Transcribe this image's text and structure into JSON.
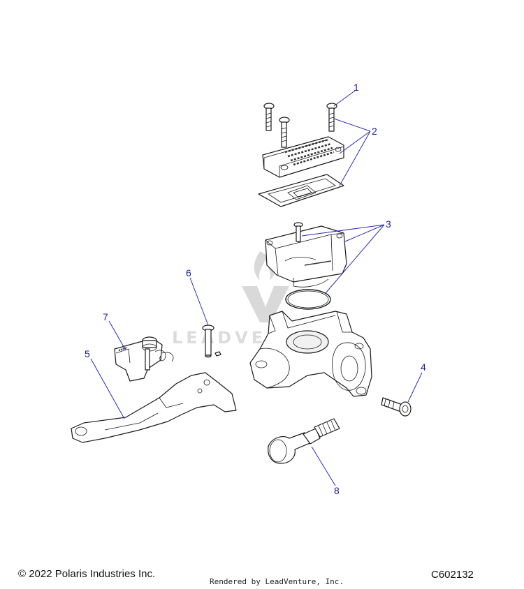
{
  "watermark": {
    "text": "LEADVENTURE"
  },
  "callouts": [
    {
      "label": "1"
    },
    {
      "label": "2"
    },
    {
      "label": "3"
    },
    {
      "label": "4"
    },
    {
      "label": "5"
    },
    {
      "label": "6"
    },
    {
      "label": "7"
    },
    {
      "label": "8"
    }
  ],
  "footer": {
    "copyright": "© 2022 Polaris Industries Inc.",
    "rendered_by": "Rendered by LeadVenture, Inc.",
    "diagram_code": "C602132"
  }
}
